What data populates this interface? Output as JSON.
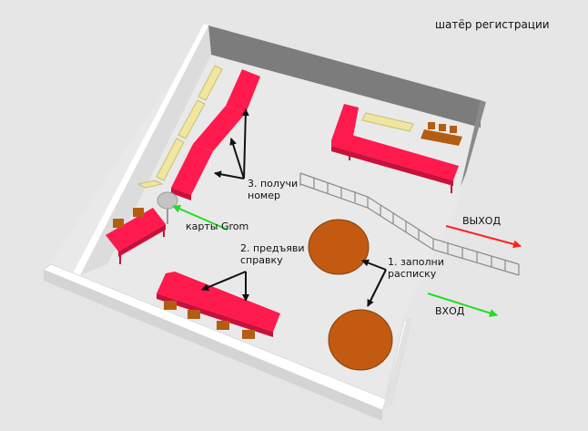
{
  "title": "шатёр регистрации",
  "labels": {
    "step3_line1": "3. получи",
    "step3_line2": "номер",
    "cards": "карты Grom",
    "step2_line1": "2. предъяви",
    "step2_line2": "справку",
    "step1_line1": "1. заполни",
    "step1_line2": "расписку",
    "exit": "ВЫХОД",
    "entrance": "ВХОД"
  },
  "colors": {
    "table": "#ff1a4d",
    "round_table": "#c25a12",
    "chair": "#b35d12",
    "bench": "#f0e6a0",
    "exit_arrow": "#ff2222",
    "entry_arrow": "#22dd22",
    "floor": "#e6e6e6",
    "wall": "#ffffff"
  }
}
